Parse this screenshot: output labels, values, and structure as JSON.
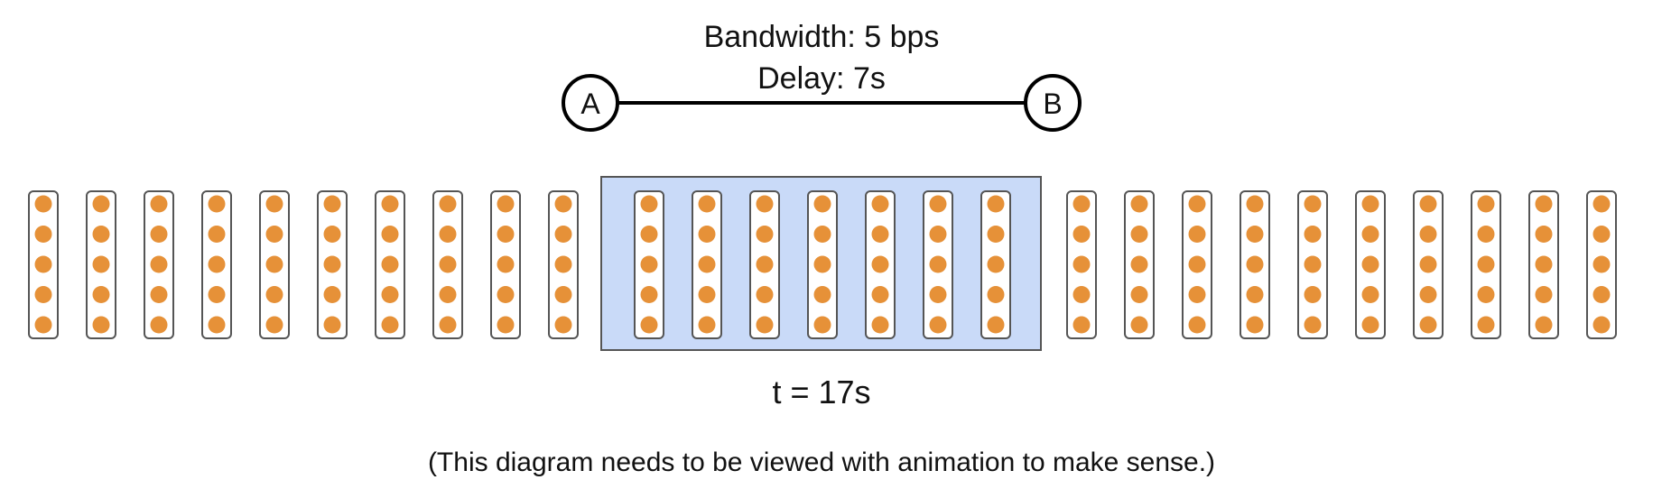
{
  "link": {
    "bandwidth_label": "Bandwidth: 5 bps",
    "delay_label": "Delay: 7s"
  },
  "nodes": {
    "a_label": "A",
    "b_label": "B"
  },
  "packets": {
    "left_group_count": 10,
    "in_flight_count": 7,
    "right_group_count": 10,
    "bits_per_packet": 5
  },
  "time_label": "t = 17s",
  "caption": "(This diagram needs to be viewed with animation to make sense.)",
  "colors": {
    "bit": "#E69138",
    "link_highlight": "#C9DAF8",
    "outline": "#555555",
    "line": "#000000"
  }
}
